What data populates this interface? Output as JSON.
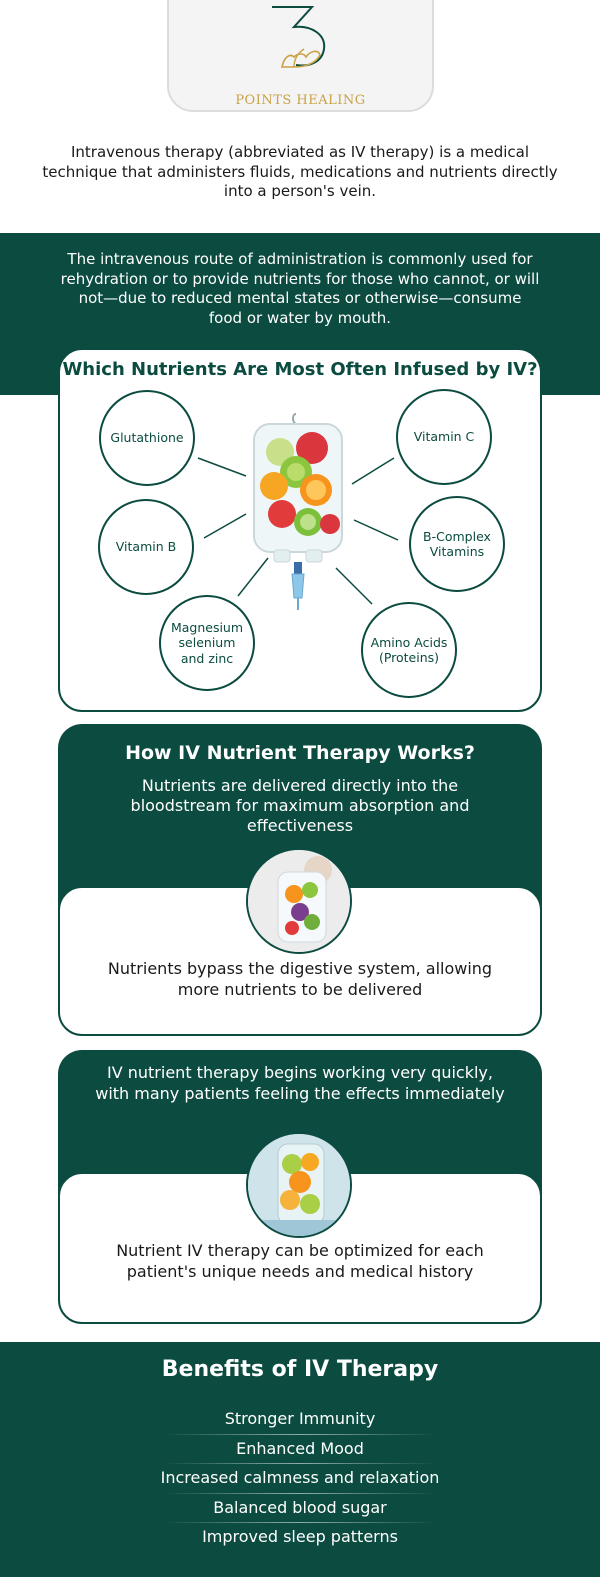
{
  "logo": {
    "mark": "3",
    "name": "POINTS HEALING",
    "gold": "#c9a246"
  },
  "intro": "Intravenous therapy (abbreviated as IV therapy) is a medical technique that administers fluids, medications and nutrients directly into a person's vein.",
  "band_text": "The intravenous route of administration is commonly used for rehydration or to provide nutrients for those who cannot, or will not—due to reduced mental states or otherwise—consume food or water by mouth.",
  "nutrients": {
    "title": "Which Nutrients Are Most Often Infused by IV?",
    "items": [
      "Glutathione",
      "Vitamin C",
      "Vitamin B",
      "B-Complex\nVitamins",
      "Magnesium\nselenium\nand zinc",
      "Amino Acids\n(Proteins)"
    ]
  },
  "how": {
    "title": "How IV Nutrient Therapy Works?",
    "description": "Nutrients are delivered directly into the bloodstream for maximum absorption and effectiveness",
    "bottom": "Nutrients bypass the digestive system, allowing more nutrients to be delivered"
  },
  "quick": {
    "description": "IV nutrient therapy begins working very quickly, with many patients feeling the effects immediately",
    "bottom": "Nutrient IV therapy can be optimized for each patient's unique needs and medical history"
  },
  "benefits": {
    "title": "Benefits of IV Therapy",
    "items": [
      "Stronger Immunity",
      "Enhanced Mood",
      "Increased calmness and relaxation",
      "Balanced blood sugar",
      "Improved sleep patterns"
    ]
  },
  "colors": {
    "primary": "#0b4b40",
    "white": "#ffffff"
  }
}
